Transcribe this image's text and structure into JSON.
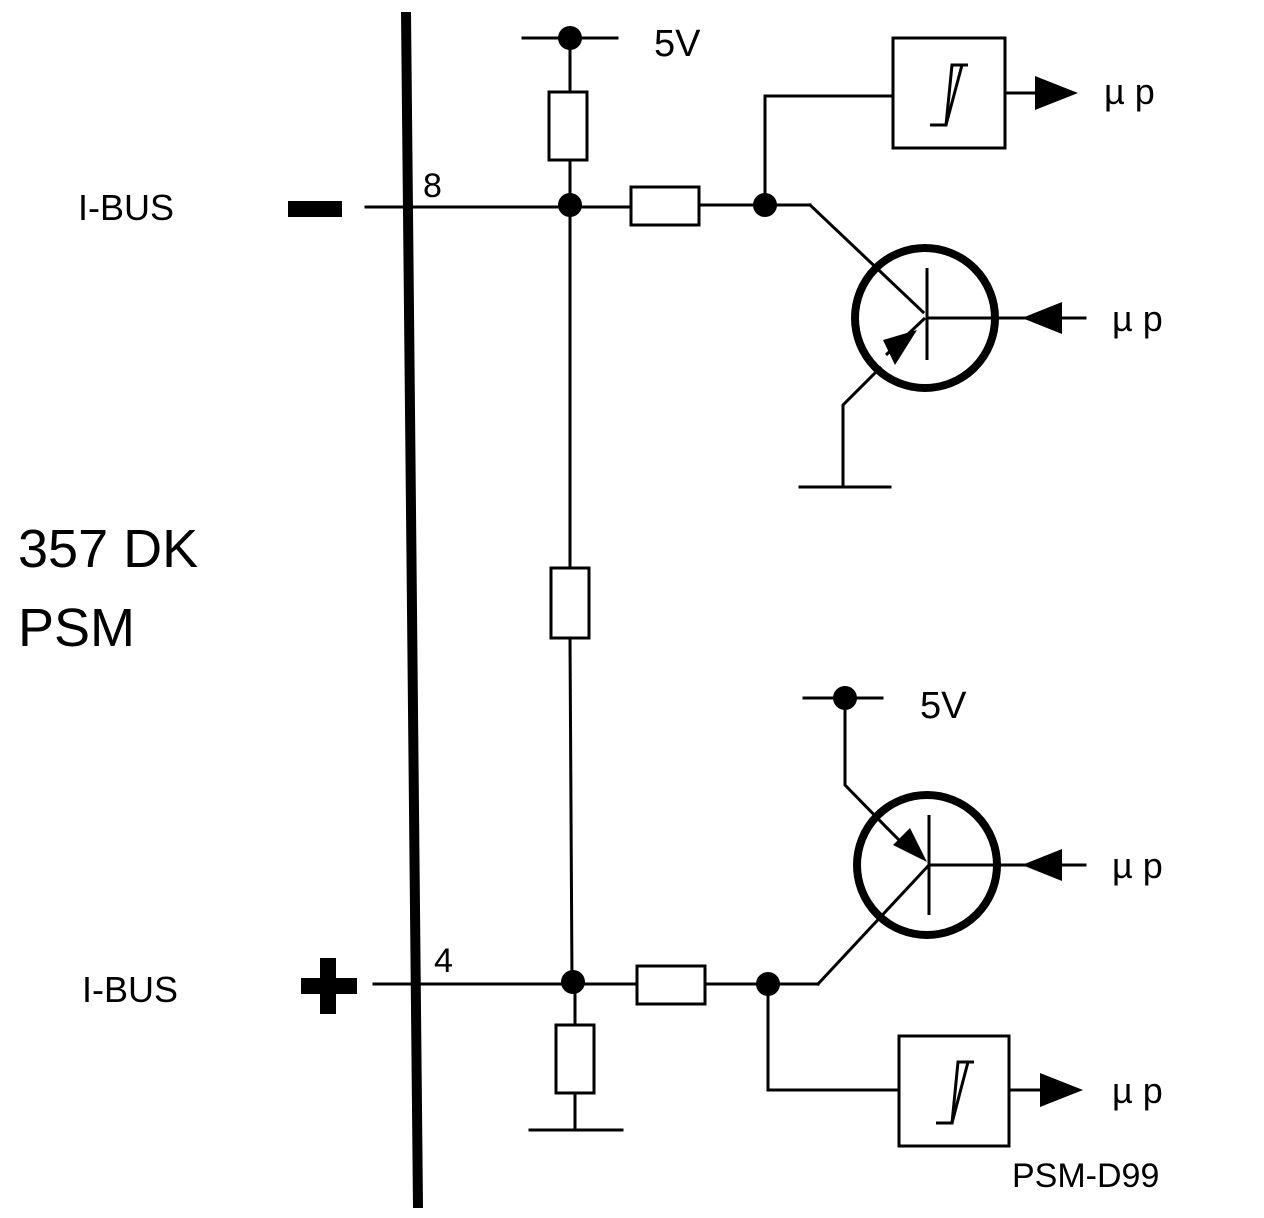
{
  "module": {
    "line1": "357 DK",
    "line2": "PSM"
  },
  "bus_minus": {
    "label": "I-BUS",
    "pin": "8"
  },
  "bus_plus": {
    "label": "I-BUS",
    "pin": "4"
  },
  "supply": {
    "top": "5V",
    "bottom": "5V"
  },
  "mcu": {
    "out_top": "µ p",
    "in_top": "µ p",
    "in_bottom": "µ p",
    "out_bottom": "µ p"
  },
  "drawing_id": "PSM-D99"
}
